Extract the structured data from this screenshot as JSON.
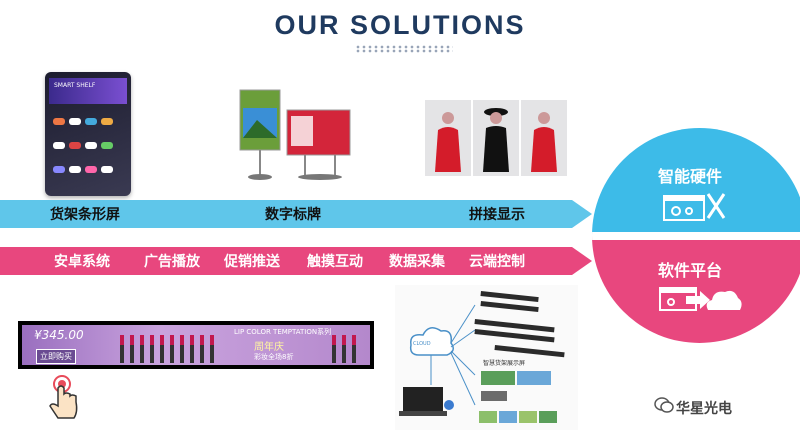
{
  "title": "OUR SOLUTIONS",
  "blue_band": {
    "items": [
      "货架条形屏",
      "数字标牌",
      "拼接显示"
    ]
  },
  "pink_band": {
    "items": [
      "安卓系统",
      "广告播放",
      "促销推送",
      "触摸互动",
      "数据采集",
      "云端控制"
    ]
  },
  "circle": {
    "top_label": "智能硬件",
    "bottom_label": "软件平台"
  },
  "shelf_image": {
    "banner_text": "SMART SHELF"
  },
  "bar_display": {
    "price_text": "¥345.00",
    "button_text": "立即购买",
    "headline": "LIP COLOR TEMPTATION系列",
    "promo1": "周年庆",
    "promo2": "彩妆全场8折"
  },
  "diagram": {
    "cloud_label": "CLOUD",
    "caption": "智慧货架展示屏"
  },
  "watermark": "华星光电",
  "colors": {
    "title": "#1f3a5f",
    "blue": "#5fc6ea",
    "pink": "#e8477e",
    "circle_blue": "#3dbbe8"
  }
}
